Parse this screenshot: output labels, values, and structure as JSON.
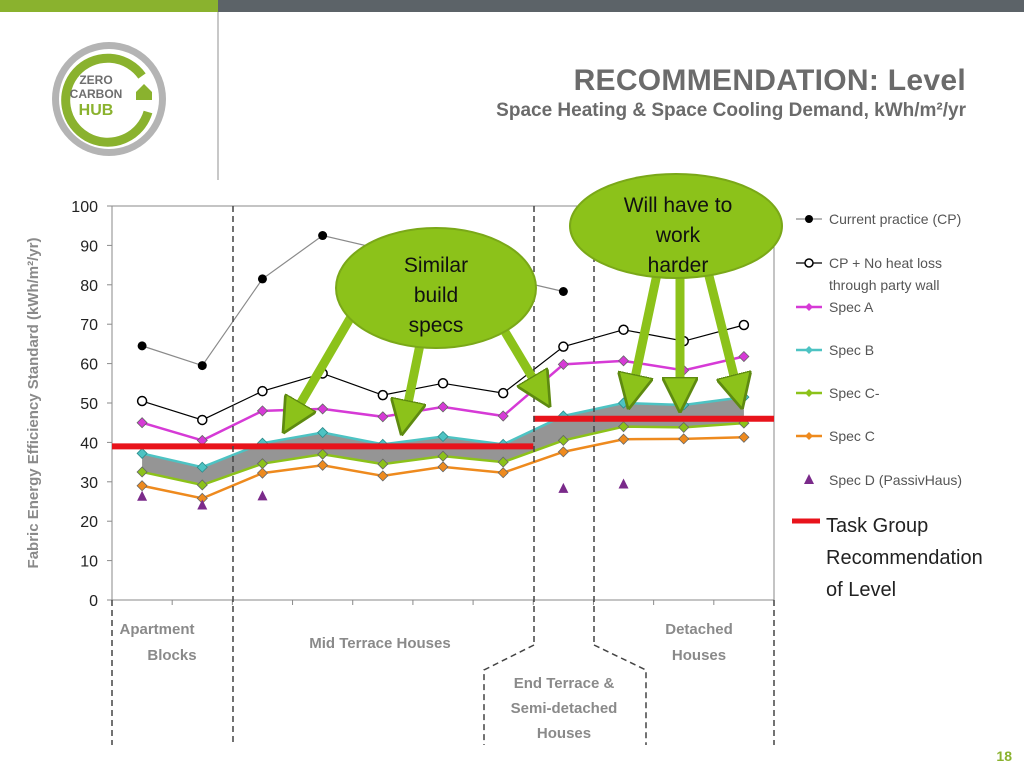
{
  "header": {
    "logo_lines": [
      "ZERO",
      "CARBON",
      "HUB"
    ],
    "title": "RECOMMENDATION: Level",
    "subtitle": "Space Heating & Space Cooling Demand, kWh/m²/yr",
    "page_number": "18"
  },
  "colors": {
    "brand_green": "#8ab22e",
    "header_grey": "#5c6368",
    "recommendation_red": "#e8131b",
    "band_grey": "#8a8a8a",
    "bubble_green": "#8cc21a"
  },
  "chart_data": {
    "type": "line",
    "ylabel": "Fabric Energy Efficiency Standard (kWh/m²/yr)",
    "ylim": [
      0,
      100
    ],
    "yticks": [
      "0",
      "10",
      "20",
      "30",
      "40",
      "50",
      "60",
      "70",
      "80",
      "90",
      "100"
    ],
    "grid": false,
    "legend_position": "right",
    "x": [
      1,
      2,
      3,
      4,
      5,
      6,
      7,
      8,
      9,
      10,
      11
    ],
    "series": [
      {
        "name": "Current practice (CP)",
        "color": "#8a8a8a",
        "marker": "filled-circle",
        "values": [
          64.5,
          59.5,
          81.5,
          92.5,
          null,
          null,
          null,
          78.3,
          null,
          null,
          null
        ]
      },
      {
        "name": "CP + No heat loss through party wall",
        "color": "#000000",
        "marker": "open-circle",
        "values": [
          50.5,
          45.7,
          53,
          57.5,
          52,
          55,
          52.5,
          64.3,
          68.6,
          65.7,
          69.8
        ]
      },
      {
        "name": "Spec A",
        "color": "#d63ad6",
        "marker": "diamond",
        "values": [
          45,
          40.5,
          48,
          48.5,
          46.5,
          49,
          46.7,
          59.8,
          60.7,
          58.3,
          61.8
        ]
      },
      {
        "name": "Spec B",
        "color": "#4dc3c3",
        "marker": "diamond",
        "values": [
          37.2,
          33.7,
          39.8,
          42.5,
          39.5,
          41.5,
          39.5,
          46.7,
          50,
          49.5,
          51.5
        ]
      },
      {
        "name": "Spec C-",
        "color": "#8cc21a",
        "marker": "diamond",
        "values": [
          32.5,
          29.2,
          34.6,
          37,
          34.5,
          36.5,
          35,
          40.5,
          44,
          43.8,
          44.9
        ]
      },
      {
        "name": "Spec C",
        "color": "#ee8a1e",
        "marker": "diamond",
        "values": [
          29,
          25.8,
          32.2,
          34.2,
          31.5,
          33.8,
          32.3,
          37.6,
          40.8,
          40.9,
          41.3
        ]
      },
      {
        "name": "Spec D (PassivHaus)",
        "color": "#7a2a8a",
        "marker": "triangle",
        "values": [
          26.2,
          24,
          26.3,
          null,
          null,
          null,
          null,
          28.2,
          29.3,
          null,
          null
        ]
      }
    ],
    "recommendation": {
      "name": "Task Group Recommendation of Level",
      "segments": [
        {
          "x_from": 0.5,
          "x_to": 7.5,
          "value": 39
        },
        {
          "x_from": 7.5,
          "x_to": 11.5,
          "value": 46
        }
      ]
    },
    "groups": [
      {
        "label_lines": [
          "Apartment",
          "Blocks"
        ]
      },
      {
        "label_lines": [
          "Mid Terrace Houses"
        ]
      },
      {
        "label_lines": [
          "End Terrace &",
          "Semi-detached",
          "Houses"
        ]
      },
      {
        "label_lines": [
          "Detached",
          "Houses"
        ]
      }
    ],
    "annotations": [
      {
        "label_lines": [
          "Similar",
          "build",
          "specs"
        ]
      },
      {
        "label_lines": [
          "Will have to",
          "work",
          "harder"
        ]
      }
    ]
  }
}
